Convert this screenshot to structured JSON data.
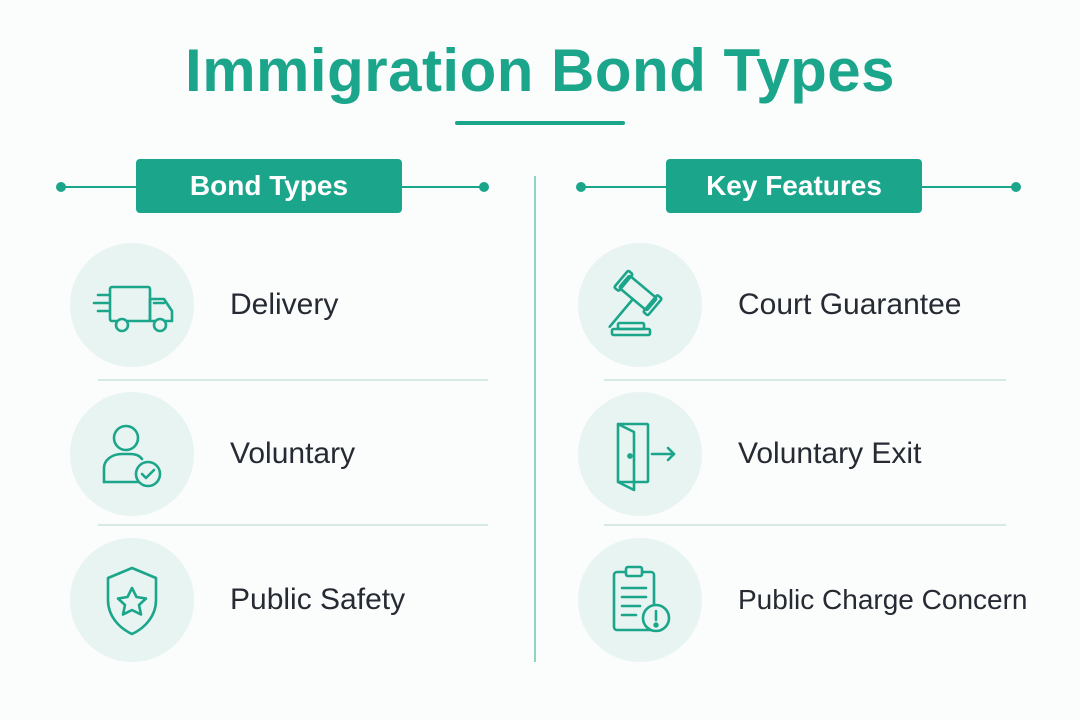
{
  "title": "Immigration Bond Types",
  "colors": {
    "accent": "#1ba58b",
    "icon_bg": "#e8f4f1",
    "text": "#262a33",
    "divider": "#d6e9e4"
  },
  "left_column": {
    "heading": "Bond Types",
    "items": [
      {
        "label": "Delivery",
        "icon": "delivery-truck-icon"
      },
      {
        "label": "Voluntary",
        "icon": "user-check-icon"
      },
      {
        "label": "Public Safety",
        "icon": "shield-star-icon"
      }
    ]
  },
  "right_column": {
    "heading": "Key Features",
    "items": [
      {
        "label": "Court Guarantee",
        "icon": "gavel-icon"
      },
      {
        "label": "Voluntary Exit",
        "icon": "door-exit-icon"
      },
      {
        "label": "Public Charge Concern",
        "icon": "clipboard-alert-icon"
      }
    ]
  }
}
